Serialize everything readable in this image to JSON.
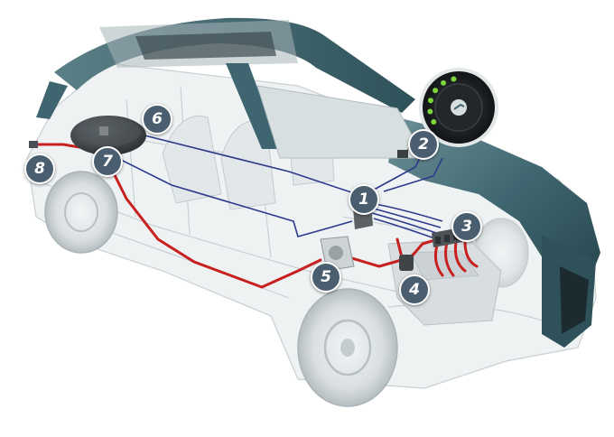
{
  "markers": [
    {
      "label": "1"
    },
    {
      "label": "2"
    },
    {
      "label": "3"
    },
    {
      "label": "4"
    },
    {
      "label": "5"
    },
    {
      "label": "6"
    },
    {
      "label": "7"
    },
    {
      "label": "8"
    }
  ],
  "colors": {
    "body_teal": "#3f6670",
    "gas_line": "#c8201e",
    "wire": "#2d3a8c",
    "marker_fill": "#4a5e6f",
    "switch_led": "#7dd63a"
  }
}
